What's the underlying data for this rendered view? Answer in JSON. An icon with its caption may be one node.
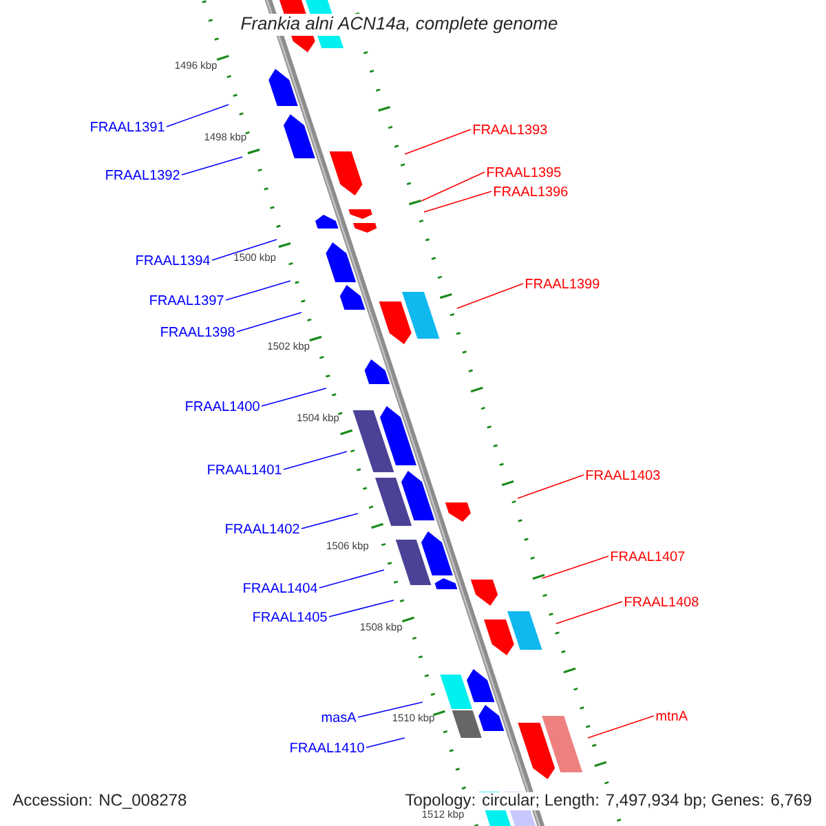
{
  "diagram": {
    "title": "Frankia alni ACN14a, complete genome",
    "nodes": [
      {
        "text": [
          "FRAAL1391"
        ]
      },
      {
        "text": [
          "FRAAL1393"
        ]
      },
      {
        "text": [
          "FRAAL1395"
        ]
      },
      {
        "text": [
          "FRAAL1392"
        ]
      },
      {
        "text": [
          "FRAAL1396"
        ]
      },
      {
        "text": [
          "FRAAL1394"
        ]
      },
      {
        "text": [
          "FRAAL1399"
        ]
      },
      {
        "text": [
          "FRAAL1397"
        ]
      },
      {
        "text": [
          "FRAAL1398"
        ]
      },
      {
        "text": [
          "FRAAL1400"
        ]
      },
      {
        "text": [
          "FRAAL1401"
        ]
      },
      {
        "text": [
          "FRAAL1403"
        ]
      },
      {
        "text": [
          "FRAAL1402"
        ]
      },
      {
        "text": [
          "FRAAL1407"
        ]
      },
      {
        "text": [
          "FRAAL1404"
        ]
      },
      {
        "text": [
          "FRAAL1408"
        ]
      },
      {
        "text": [
          "FRAAL1405"
        ]
      },
      {
        "text": [
          "mtnA"
        ]
      },
      {
        "text": [
          "masA"
        ]
      },
      {
        "text": [
          "FRAAL1410"
        ]
      }
    ],
    "edges": [
      {
        "from": 0,
        "to": null,
        "arrow": "none"
      },
      {
        "from": 1,
        "to": null,
        "arrow": "none",
        "color": "#ff0000"
      },
      {
        "from": 2,
        "to": null,
        "arrow": "none",
        "color": "#ff0000"
      },
      {
        "from": 3,
        "to": null,
        "arrow": "none"
      },
      {
        "from": 4,
        "to": null,
        "arrow": "none",
        "color": "#ff0000"
      },
      {
        "from": 5,
        "to": null,
        "arrow": "none"
      },
      {
        "from": 6,
        "to": null,
        "arrow": "none",
        "color": "#ff0000"
      },
      {
        "from": 7,
        "to": null,
        "arrow": "none"
      },
      {
        "from": 8,
        "to": null,
        "arrow": "none"
      },
      {
        "from": 9,
        "to": null,
        "arrow": "none"
      },
      {
        "from": 10,
        "to": null,
        "arrow": "none"
      },
      {
        "from": 11,
        "to": null,
        "arrow": "none",
        "color": "#ff0000"
      },
      {
        "from": 12,
        "to": null,
        "arrow": "none"
      },
      {
        "from": 13,
        "to": null,
        "arrow": "none",
        "color": "#ff0000"
      },
      {
        "from": 14,
        "to": null,
        "arrow": "none"
      },
      {
        "from": 15,
        "to": null,
        "arrow": "none",
        "color": "#ff0000"
      },
      {
        "from": 16,
        "to": null,
        "arrow": "none"
      },
      {
        "from": 17,
        "to": null,
        "arrow": "none",
        "color": "#ff0000"
      },
      {
        "from": 18,
        "to": null,
        "arrow": "none"
      },
      {
        "from": 19,
        "to": null,
        "arrow": "none"
      }
    ],
    "labels": [
      "1496 kbp",
      "1498 kbp",
      "1500 kbp",
      "1502 kbp",
      "1504 kbp",
      "1506 kbp",
      "1508 kbp",
      "1510 kbp",
      "1512 kbp",
      "Accession: NC_008278",
      "Topology: circular; Length: 7,497,934 bp; Genes: 6,769"
    ]
  }
}
